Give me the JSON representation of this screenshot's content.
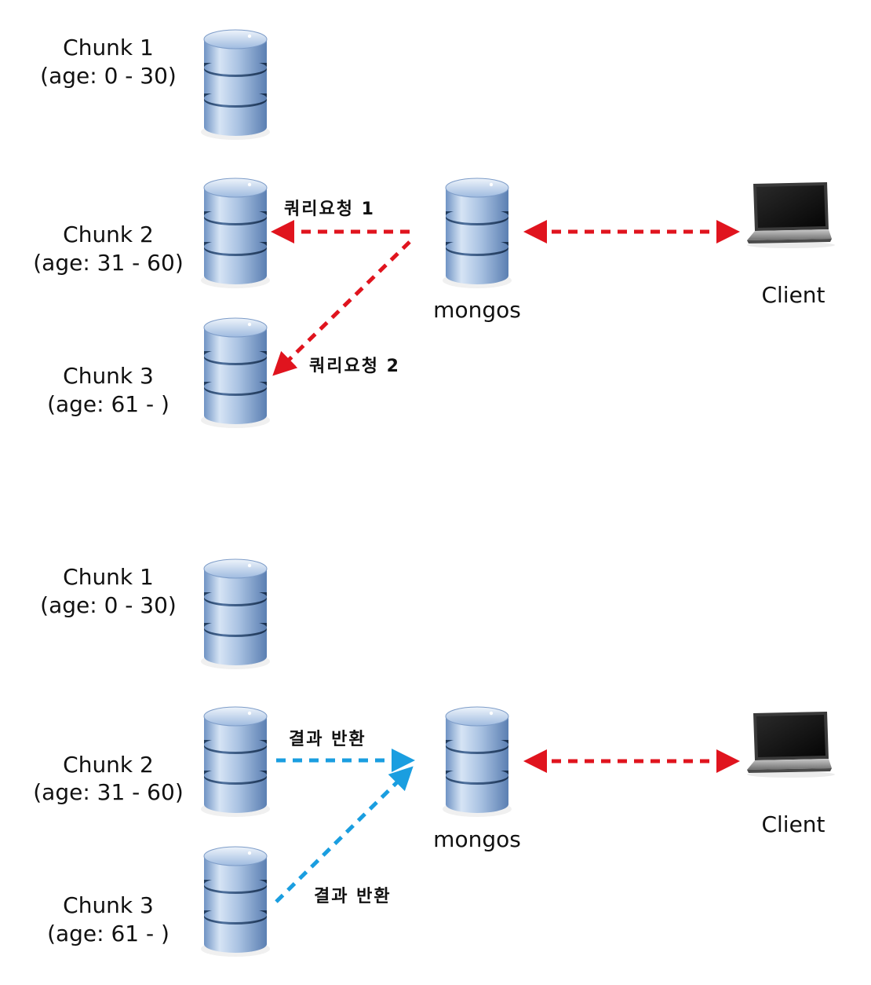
{
  "query_panel": {
    "chunk1": {
      "name": "Chunk 1",
      "range": "(age: 0 - 30)"
    },
    "chunk2": {
      "name": "Chunk 2",
      "range": "(age: 31 - 60)"
    },
    "chunk3": {
      "name": "Chunk 3",
      "range": "(age: 61 - )"
    },
    "router": "mongos",
    "client": "Client",
    "request1": "쿼리요청 1",
    "request2": "쿼리요청 2"
  },
  "result_panel": {
    "chunk1": {
      "name": "Chunk 1",
      "range": "(age: 0 - 30)"
    },
    "chunk2": {
      "name": "Chunk 2",
      "range": "(age: 31 - 60)"
    },
    "chunk3": {
      "name": "Chunk 3",
      "range": "(age: 61 - )"
    },
    "router": "mongos",
    "client": "Client",
    "result1": "결과 반환",
    "result2": "결과 반환"
  },
  "colors": {
    "request_arrow": "#e0141e",
    "result_arrow": "#1a9ee0",
    "db_body": "#8fb0d8",
    "db_band": "#2f5078"
  }
}
